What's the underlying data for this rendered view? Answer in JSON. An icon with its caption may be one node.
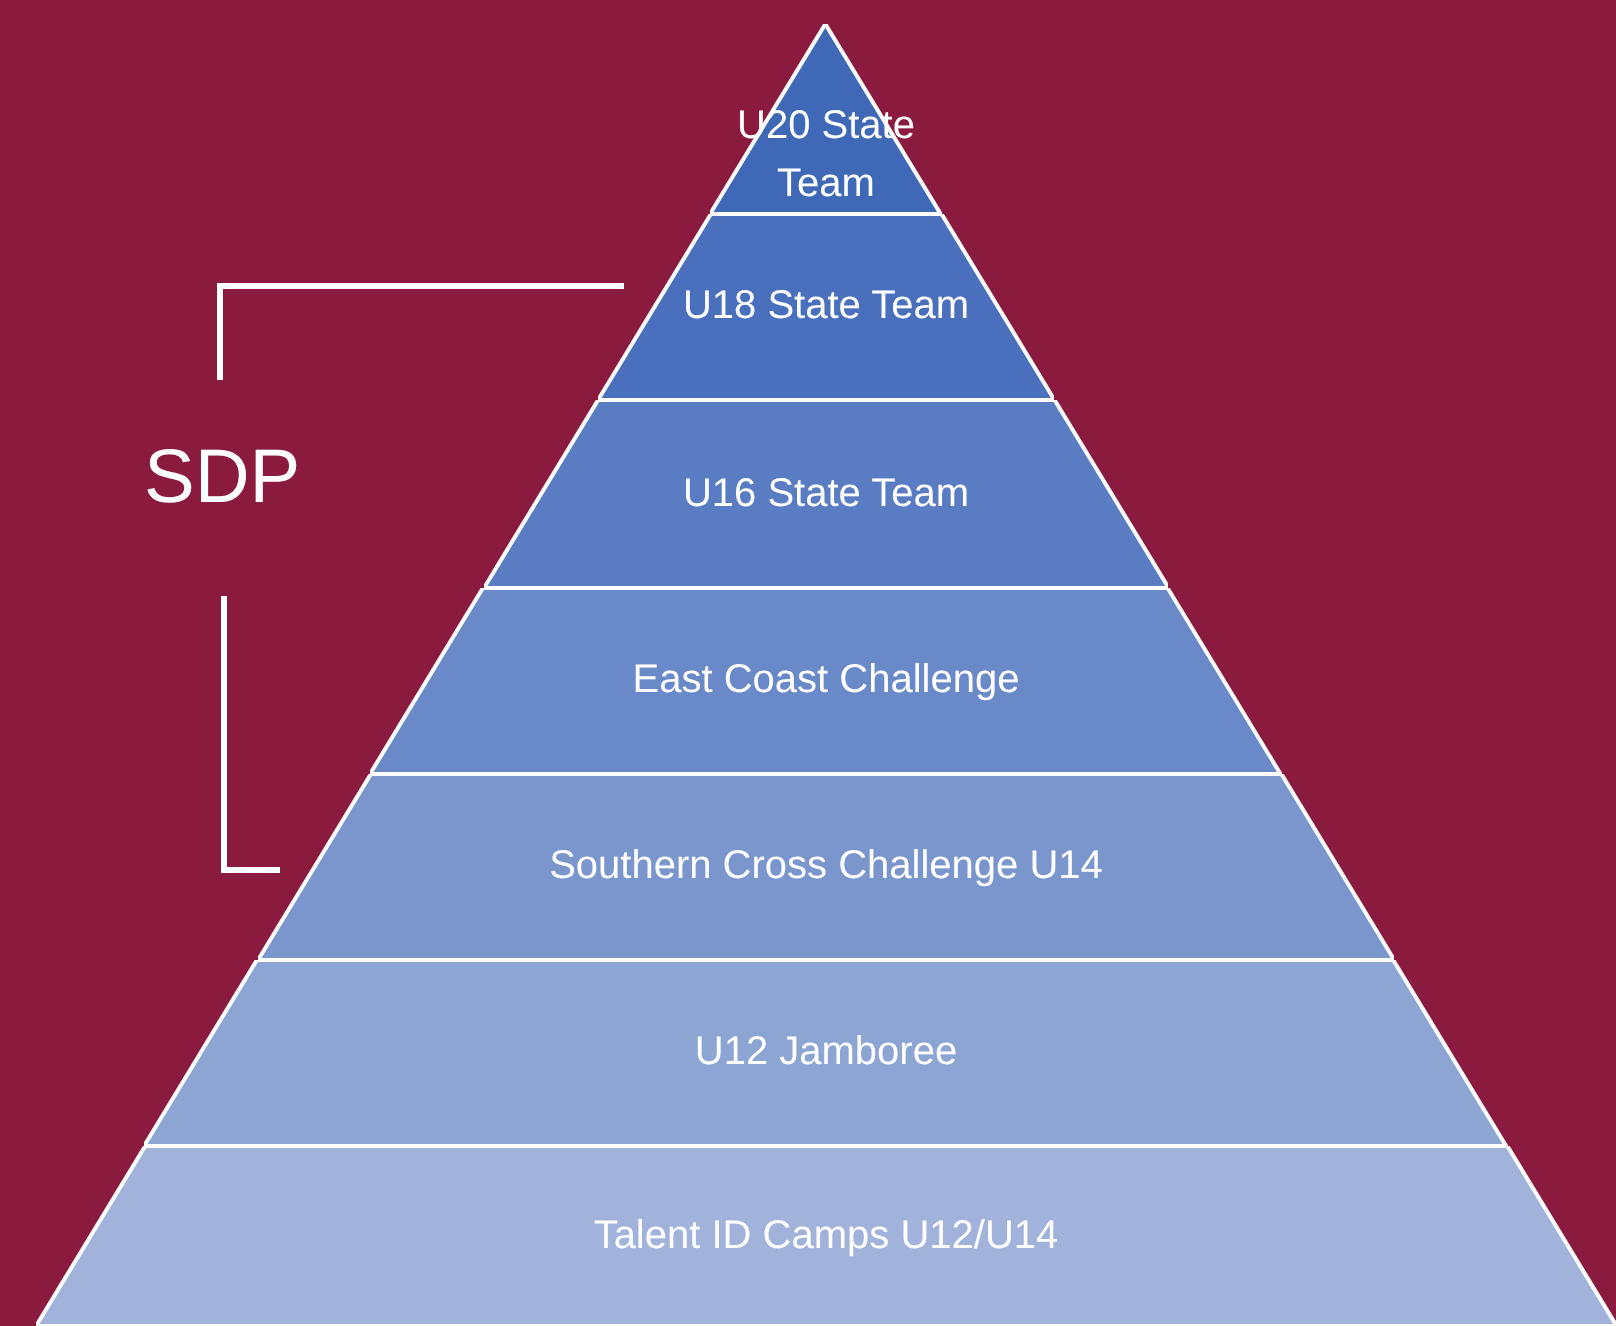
{
  "diagram": {
    "nodes": [
      {
        "text": [
          "U20 State Team"
        ]
      },
      {
        "text": [
          "U18 State Team"
        ]
      },
      {
        "text": [
          "U16 State Team"
        ]
      },
      {
        "text": [
          "East Coast Challenge"
        ]
      },
      {
        "text": [
          "Southern Cross Challenge U14"
        ]
      },
      {
        "text": [
          "U12 Jamboree"
        ]
      },
      {
        "text": [
          "Talent ID Camps U12/U14"
        ]
      }
    ],
    "edges": [],
    "labels": [
      "SDP"
    ]
  }
}
